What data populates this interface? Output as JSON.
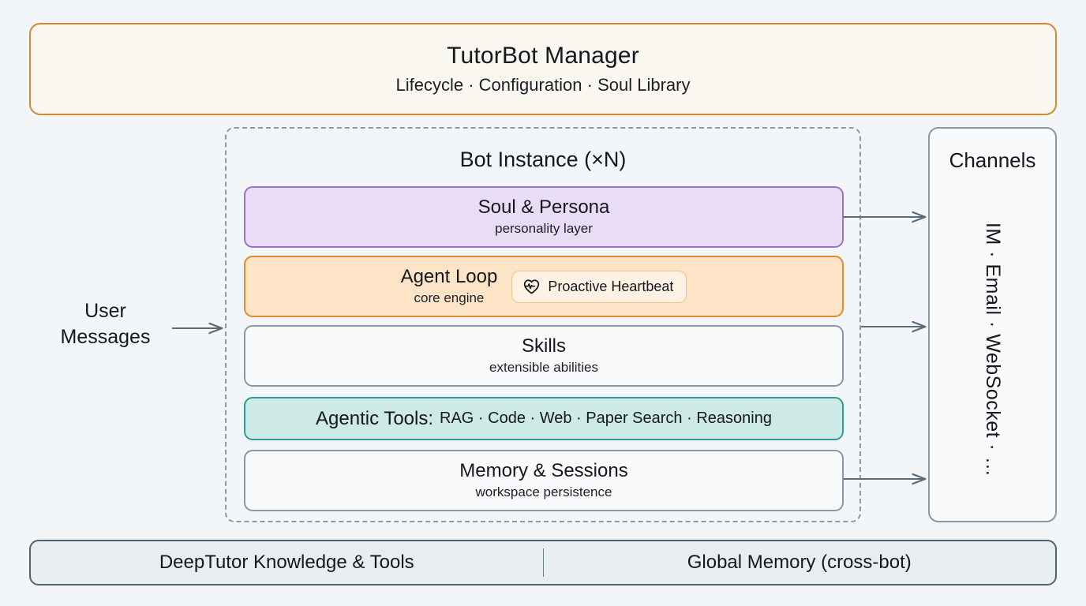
{
  "page": {
    "background_color": "#f2f6f9"
  },
  "manager": {
    "title": "TutorBot Manager",
    "subtitle": "Lifecycle · Configuration · Soul Library",
    "fill_color": "#faf6f0",
    "border_color": "#d4882f"
  },
  "bot_instance": {
    "title": "Bot Instance (×N)",
    "border_style": "dashed",
    "border_color": "#8b99a8",
    "layers": [
      {
        "name": "soul-persona",
        "title": "Soul & Persona",
        "subtitle": "personality layer",
        "fill_color": "#e8ddf5",
        "border_color": "#9a74c4"
      },
      {
        "name": "agent-loop",
        "title": "Agent Loop",
        "subtitle": "core engine",
        "badge_label": "Proactive Heartbeat",
        "badge_icon": "heartbeat-icon",
        "fill_color": "#fde4c6",
        "border_color": "#e08c2a"
      },
      {
        "name": "skills",
        "title": "Skills",
        "subtitle": "extensible abilities",
        "fill_color": "#f8fafb",
        "border_color": "#8b97a3"
      },
      {
        "name": "agentic-tools",
        "title": "Agentic Tools:",
        "items": "RAG · Code · Web · Paper Search · Reasoning",
        "fill_color": "#cdeae6",
        "border_color": "#2e9c94"
      },
      {
        "name": "memory-sessions",
        "title": "Memory & Sessions",
        "subtitle": "workspace persistence",
        "fill_color": "#f8fafb",
        "border_color": "#8b97a3"
      }
    ]
  },
  "channels": {
    "title": "Channels",
    "list": "IM · Email · WebSocket · …",
    "fill_color": "#f8fafb",
    "border_color": "#8b97a3"
  },
  "input": {
    "line1": "User",
    "line2": "Messages"
  },
  "bottom_bar": {
    "left_label": "DeepTutor Knowledge & Tools",
    "right_label": "Global Memory (cross-bot)",
    "fill_color": "#e8edf0",
    "border_color": "#4a6472"
  },
  "arrows": {
    "color": "#5a6c7a",
    "inbound_count": 1,
    "outbound_count": 3
  }
}
